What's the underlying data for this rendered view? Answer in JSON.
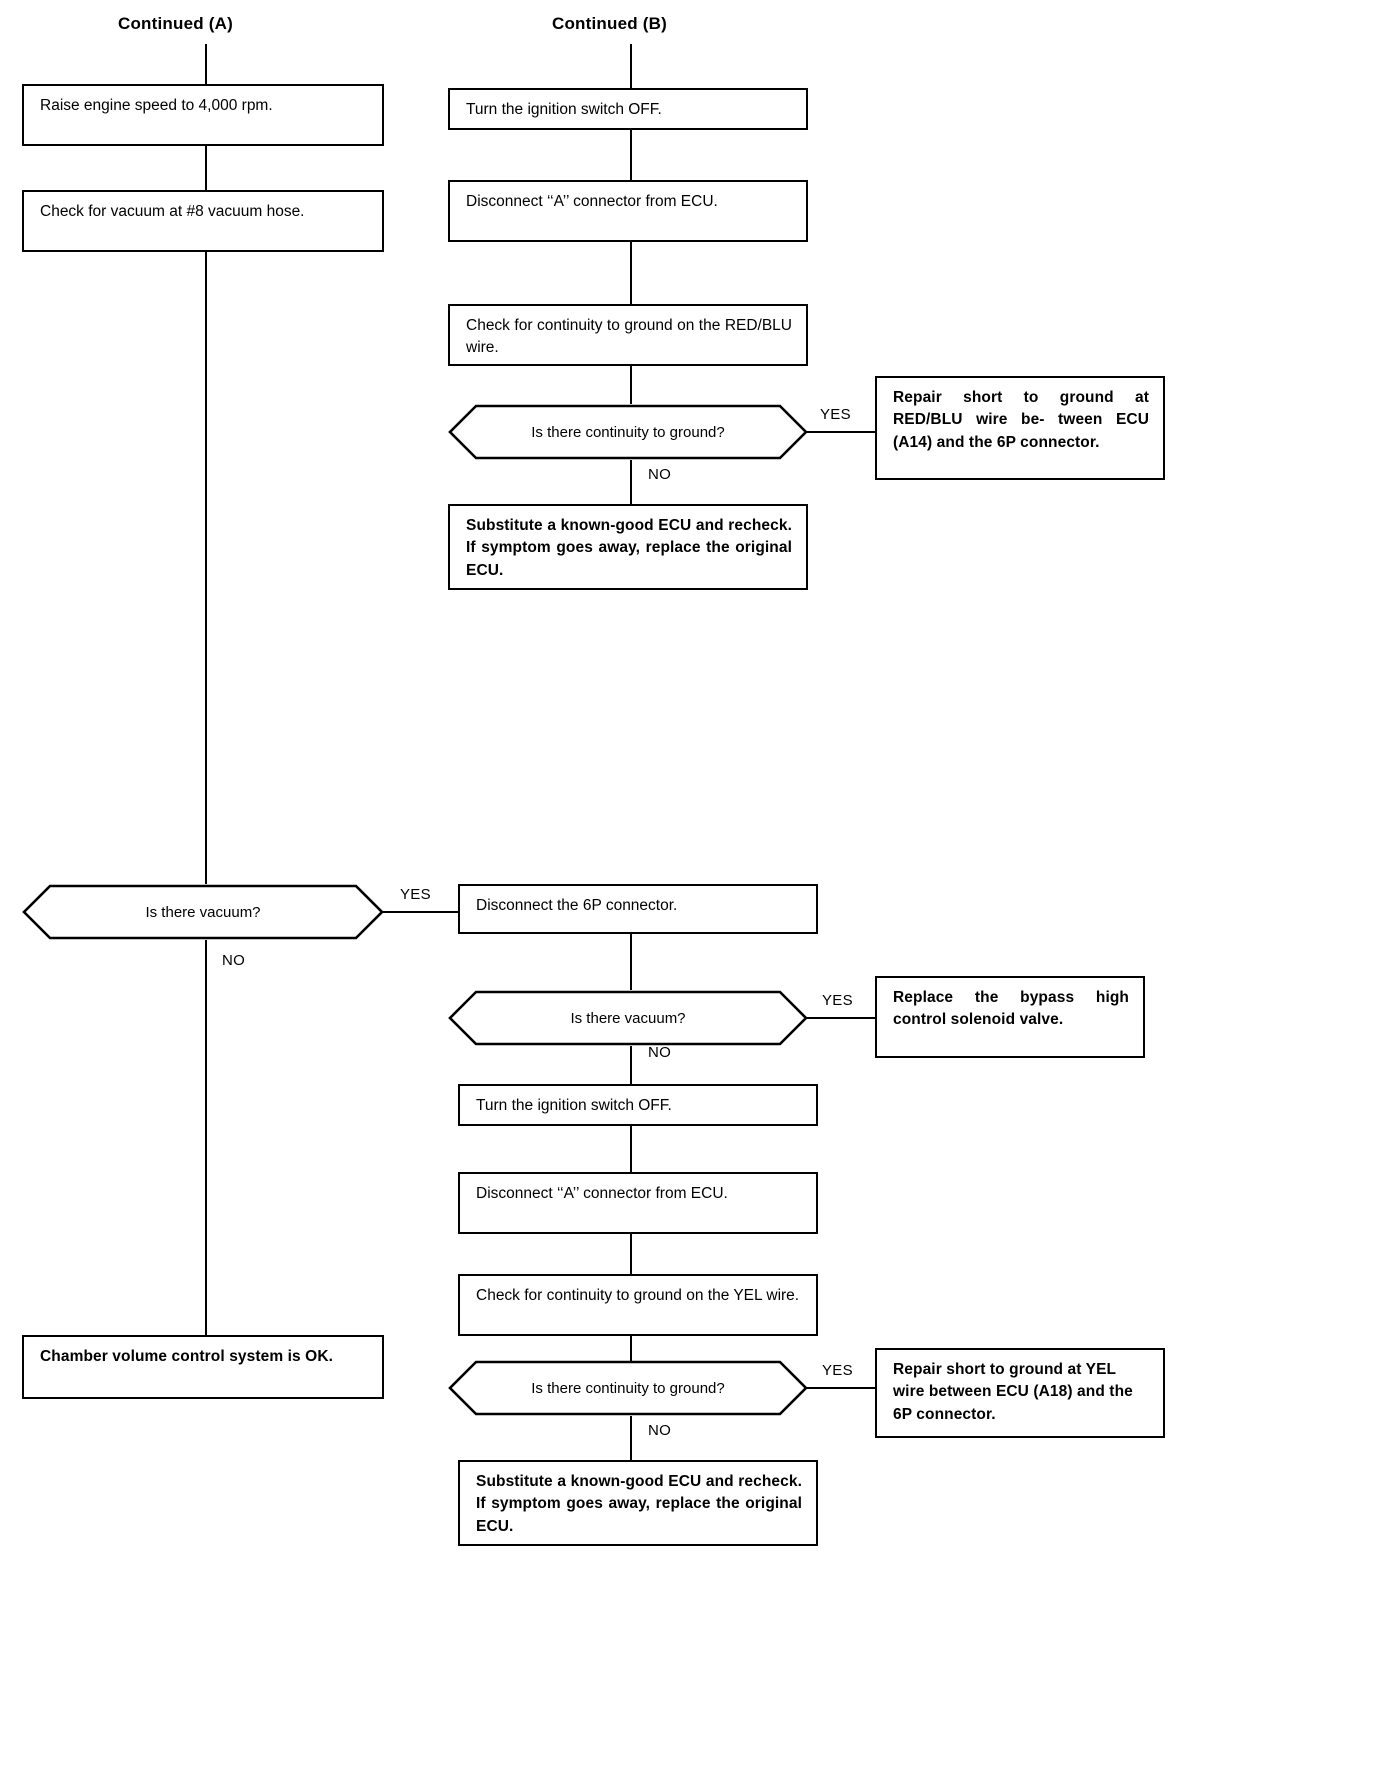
{
  "doc": {
    "type": "troubleshooting-flowchart",
    "headers": {
      "left": "Continued (A)",
      "right": "Continued (B)"
    }
  },
  "branch_labels": {
    "yes": "YES",
    "no": "NO"
  },
  "left_column": {
    "steps": [
      {
        "id": "raise-engine-speed",
        "text": "Raise  engine  speed  to  4,000 rpm."
      },
      {
        "id": "check-vacuum-hose",
        "text": "Check for vacuum at #8 vacuum hose."
      }
    ],
    "decision": {
      "id": "is-there-vacuum",
      "text": "Is there vacuum?"
    },
    "terminal": {
      "id": "chamber-volume-ok",
      "text": "Chamber volume control system is OK."
    }
  },
  "right_column": {
    "upper": {
      "steps": [
        {
          "id": "turn-ignition-off-1",
          "text": "Turn the ignition switch OFF."
        },
        {
          "id": "disconnect-a-connector-1",
          "text": "Disconnect ‘‘A’’ connector from ECU."
        },
        {
          "id": "check-continuity-redblu",
          "text": "Check  for  continuity  to  ground on the RED/BLU wire."
        }
      ],
      "decision": {
        "id": "continuity-to-ground-1",
        "text": "Is there continuity to ground?"
      },
      "yes_result": {
        "id": "repair-short-redblu",
        "text": "Repair short to ground at RED/BLU wire be- tween ECU (A14) and the 6P connector."
      },
      "no_result": {
        "id": "substitute-ecu-1",
        "text": "Substitute  a  known-good ECU and recheck. If symptom goes away, replace the original ECU."
      }
    },
    "lower": {
      "steps": [
        {
          "id": "disconnect-6p-connector",
          "text": "Disconnect the 6P connector."
        },
        {
          "id": "turn-ignition-off-2",
          "text": "Turn the ignition switch OFF."
        },
        {
          "id": "disconnect-a-connector-2",
          "text": "Disconnect ‘‘A’’ connector from ECU."
        },
        {
          "id": "check-continuity-yel",
          "text": "Check  for  continuity  to  ground on the YEL wire."
        }
      ],
      "vacuum_decision": {
        "id": "is-there-vacuum-2",
        "text": "Is there vacuum?"
      },
      "vacuum_yes_result": {
        "id": "replace-bypass-valve",
        "text": "Replace   the   bypass high  control  solenoid valve."
      },
      "continuity_decision": {
        "id": "continuity-to-ground-2",
        "text": "Is there continuity to ground?"
      },
      "continuity_yes_result": {
        "id": "repair-short-yel",
        "text": "Repair short to ground at YEL wire between ECU (A18) and the 6P connector."
      },
      "continuity_no_result": {
        "id": "substitute-ecu-2",
        "text": "Substitute  a  known-good  ECU and recheck. If symptom goes away, replace the original ECU."
      }
    }
  },
  "colors": {
    "ink": "#000000",
    "paper": "#ffffff"
  }
}
